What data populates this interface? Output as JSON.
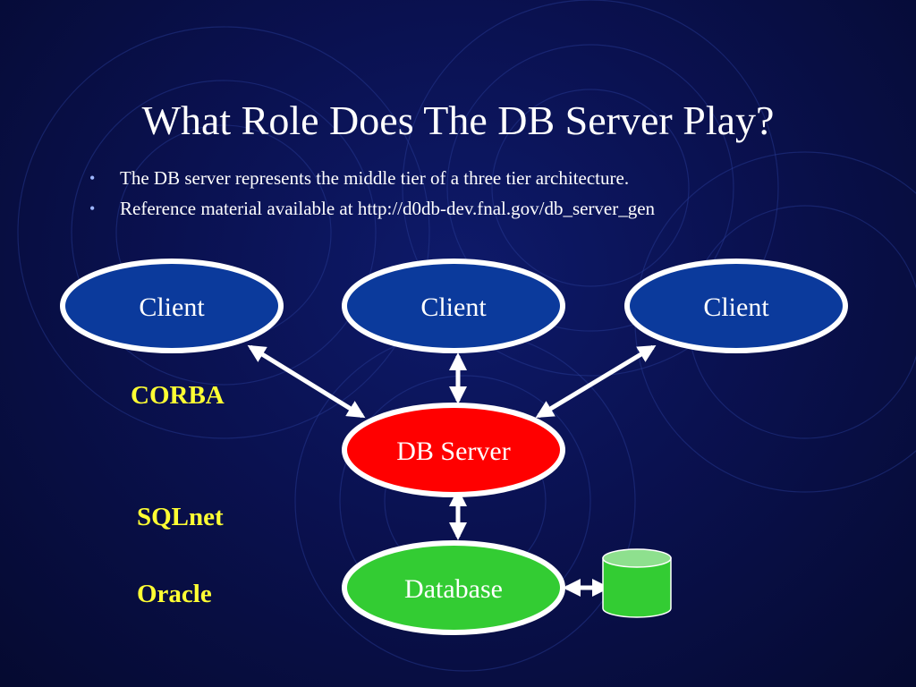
{
  "slide": {
    "title": "What Role Does The DB Server Play?",
    "bullets": [
      "The DB server represents the middle tier of a three tier architecture.",
      "Reference material available at http://d0db-dev.fnal.gov/db_server_gen"
    ]
  },
  "diagram": {
    "nodes": {
      "client_left": "Client",
      "client_center": "Client",
      "client_right": "Client",
      "db_server": "DB Server",
      "database": "Database"
    },
    "labels": {
      "corba": "CORBA",
      "sqlnet": "SQLnet",
      "oracle": "Oracle"
    }
  },
  "colors": {
    "client": "#0b3a9c",
    "db_server": "#ff0000",
    "database": "#33cc33",
    "label": "#ffff33",
    "edge": "#ffffff"
  }
}
